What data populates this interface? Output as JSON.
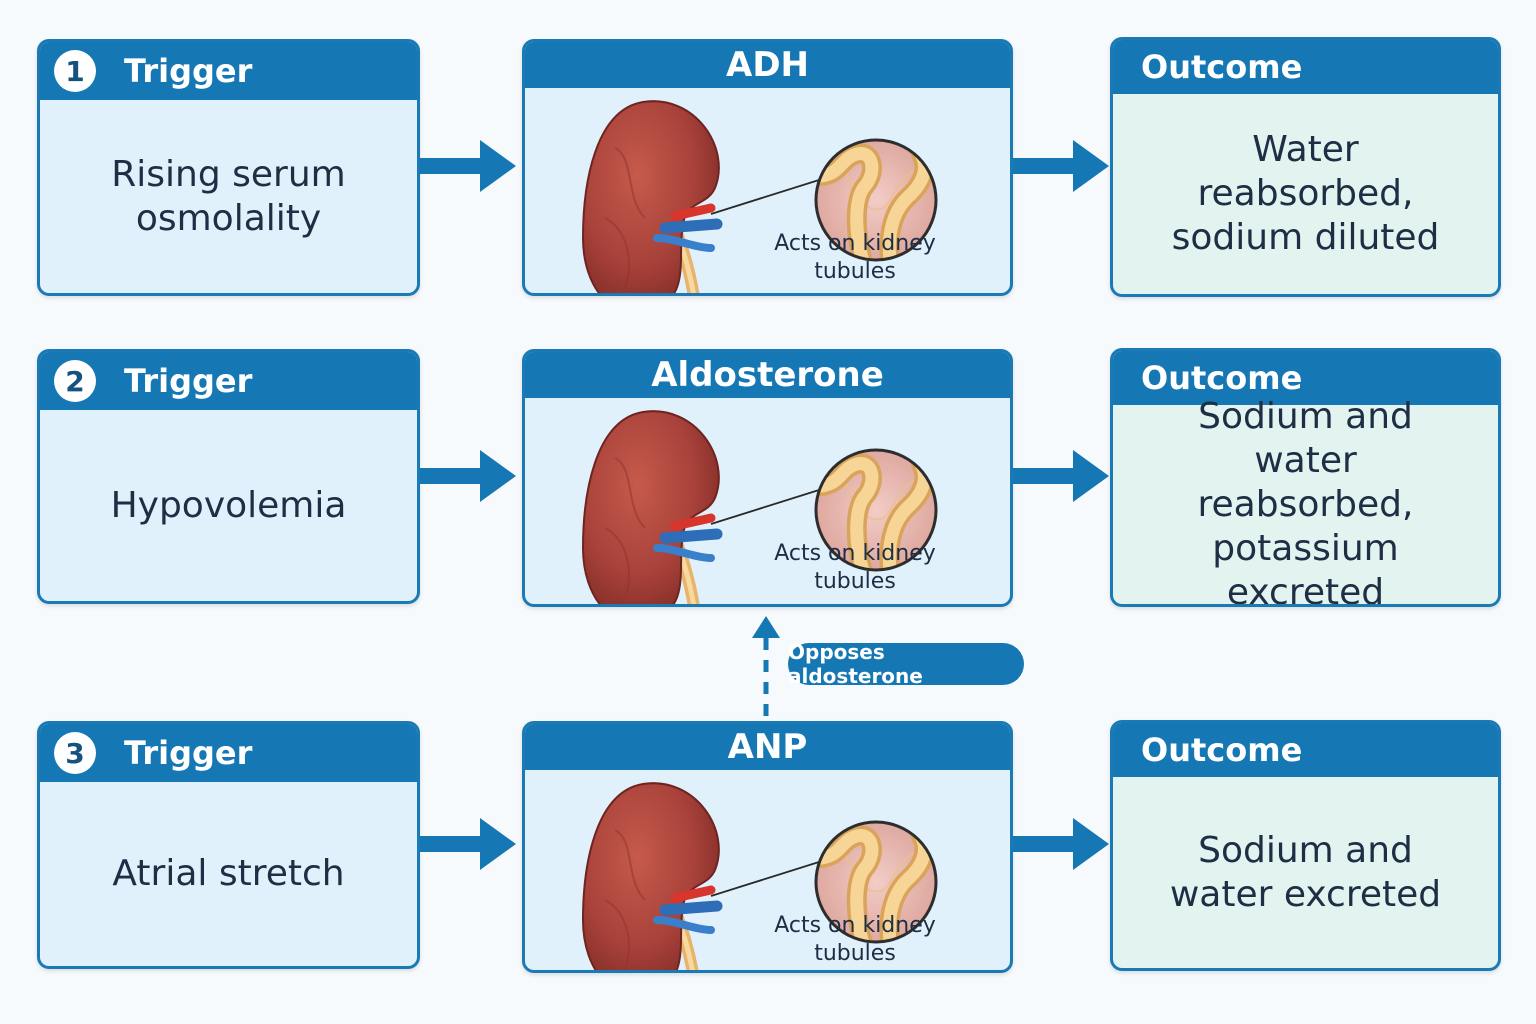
{
  "colors": {
    "header": "#1577b3",
    "trigger_bg": "#e1f1fb",
    "outcome_bg": "#e3f3ef",
    "arrow": "#1577b3"
  },
  "rows": [
    {
      "number": "1",
      "trigger_header": "Trigger",
      "trigger_text": "Rising serum osmolality",
      "hormone": "ADH",
      "acts_on": "Acts on kidney tubules",
      "outcome_header": "Outcome",
      "outcome_text": "Water reabsorbed, sodium diluted"
    },
    {
      "number": "2",
      "trigger_header": "Trigger",
      "trigger_text": "Hypovolemia",
      "hormone": "Aldosterone",
      "acts_on": "Acts on kidney tubules",
      "outcome_header": "Outcome",
      "outcome_text": "Sodium and water reabsorbed, potassium excreted"
    },
    {
      "number": "3",
      "trigger_header": "Trigger",
      "trigger_text": "Atrial stretch",
      "hormone": "ANP",
      "acts_on": "Acts on kidney tubules",
      "outcome_header": "Outcome",
      "outcome_text": "Sodium and water excreted"
    }
  ],
  "link_label": "Opposes aldosterone",
  "icons": [
    "kidney-illustration",
    "tubule-magnifier-icon",
    "flow-arrow-icon",
    "dashed-up-arrow-icon"
  ]
}
